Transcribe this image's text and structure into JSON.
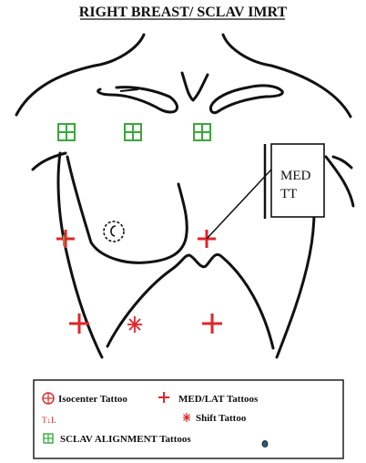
{
  "title": "RIGHT BREAST/ SCLAV IMRT",
  "colors": {
    "outline": "#111111",
    "tattoo_red": "#e0252a",
    "tattoo_green": "#3aa83a",
    "legend_dot": "#1f5f7a"
  },
  "callout": {
    "line1": "MED",
    "line2": "TT"
  },
  "legend": {
    "isocenter": "Isocenter Tattoo",
    "med_lat": "MED/LAT Tattoos",
    "shift": "Shift Tattoo",
    "sclav": "SCLAV ALIGNMENT Tattoos",
    "tl_symbol": "T↓L"
  },
  "markers": {
    "sclav_icon": "green-box-cross-icon",
    "med_lat_icon": "red-plus-icon",
    "shift_icon": "red-asterisk-icon",
    "isocenter_icon": "red-circle-cross-icon"
  }
}
